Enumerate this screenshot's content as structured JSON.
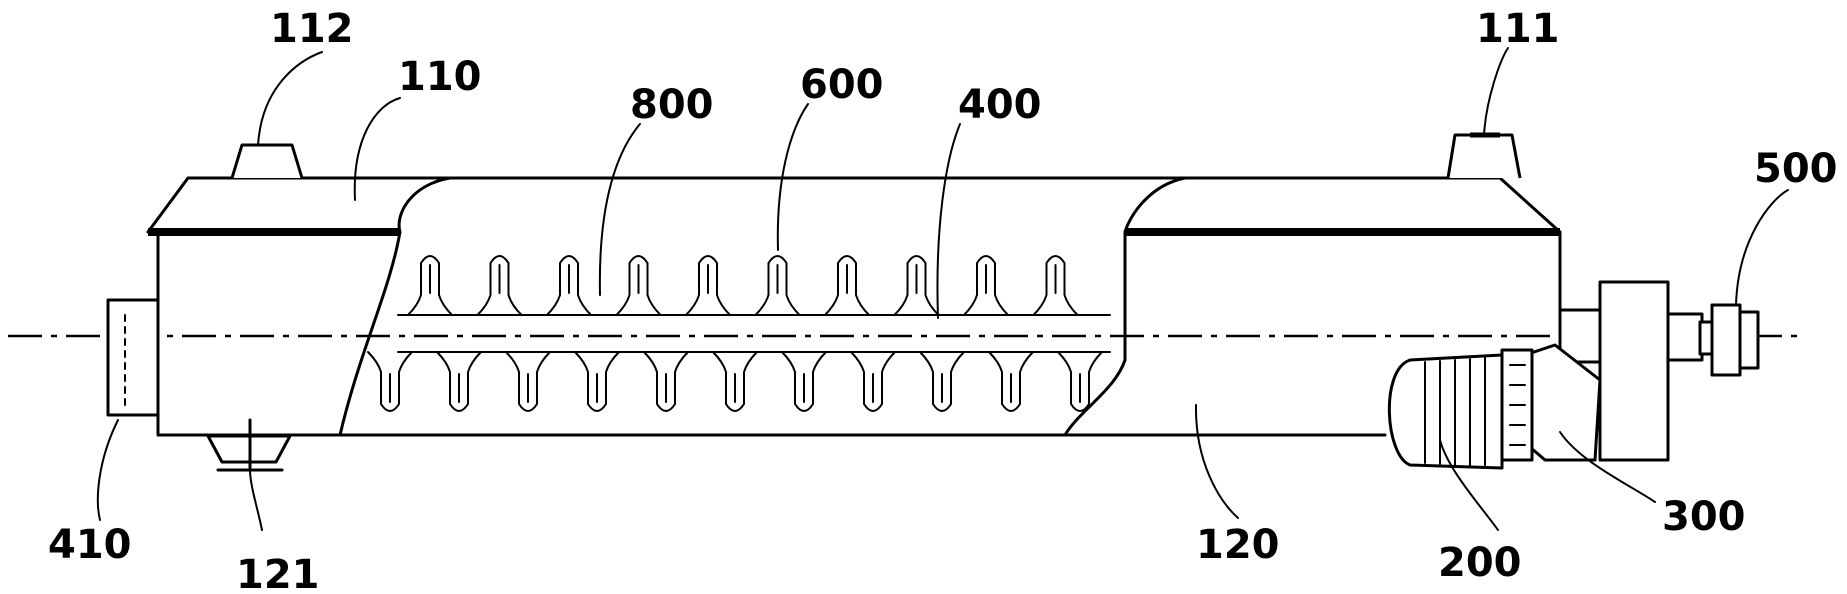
{
  "labels": {
    "l112": "112",
    "l110": "110",
    "l800": "800",
    "l600": "600",
    "l400": "400",
    "l111": "111",
    "l500": "500",
    "l410": "410",
    "l121": "121",
    "l120": "120",
    "l200": "200",
    "l300": "300"
  },
  "colors": {
    "line": "#000000",
    "background": "#ffffff"
  }
}
